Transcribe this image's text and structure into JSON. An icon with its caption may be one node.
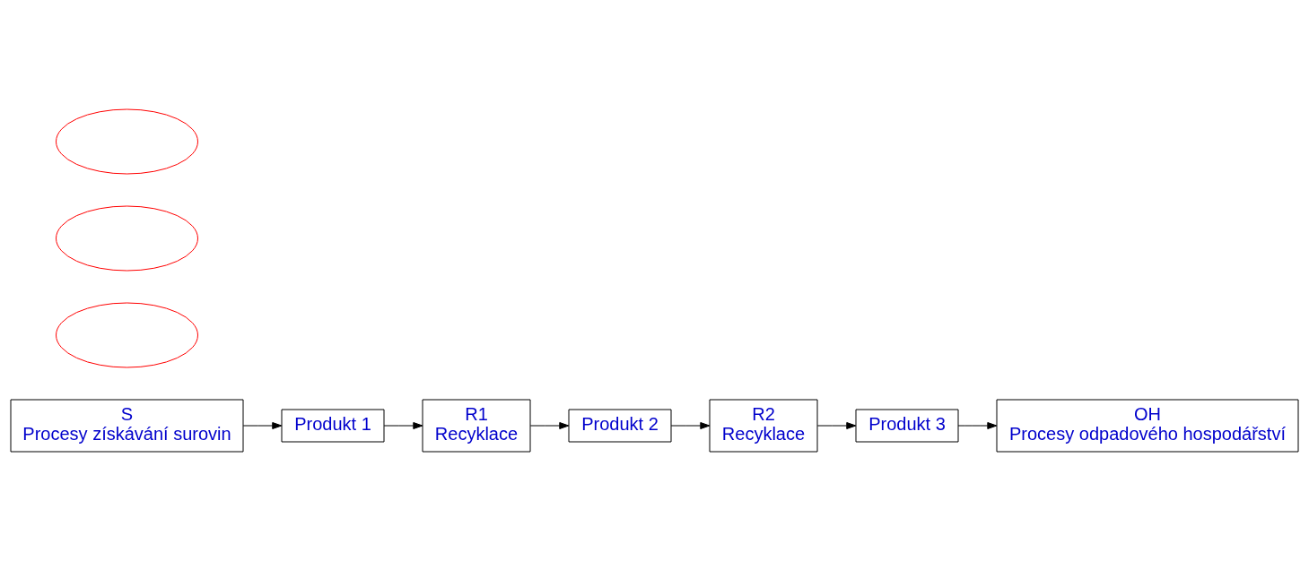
{
  "diagram": {
    "nodes": [
      {
        "text": [
          "S",
          "Procesy získávání surovin"
        ]
      },
      {
        "text": [
          "Produkt 1"
        ]
      },
      {
        "text": [
          "R1",
          "Recyklace"
        ]
      },
      {
        "text": [
          "Produkt 2"
        ]
      },
      {
        "text": [
          "R2",
          "Recyklace"
        ]
      },
      {
        "text": [
          "Produkt 3"
        ]
      },
      {
        "text": [
          "OH",
          "Procesy odpadového hospodářství"
        ]
      },
      {
        "text": [],
        "shape": "ellipse"
      },
      {
        "text": [],
        "shape": "ellipse"
      },
      {
        "text": [],
        "shape": "ellipse"
      }
    ],
    "edges": [
      {
        "from": 0,
        "to": 1,
        "arrow": "to"
      },
      {
        "from": 1,
        "to": 2,
        "arrow": "to"
      },
      {
        "from": 2,
        "to": 3,
        "arrow": "to"
      },
      {
        "from": 3,
        "to": 4,
        "arrow": "to"
      },
      {
        "from": 4,
        "to": 5,
        "arrow": "to"
      },
      {
        "from": 5,
        "to": 6,
        "arrow": "to"
      }
    ]
  }
}
